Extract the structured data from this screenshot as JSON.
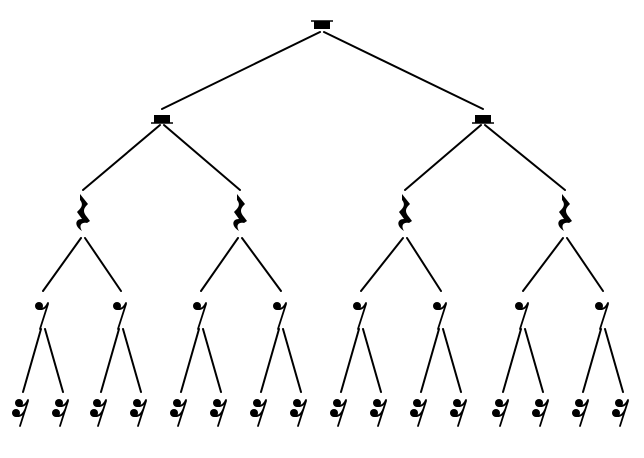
{
  "diagram": {
    "levels": [
      {
        "rest": "whole-rest",
        "count": 1
      },
      {
        "rest": "half-rest",
        "count": 2
      },
      {
        "rest": "quarter-rest",
        "count": 4
      },
      {
        "rest": "eighth-rest",
        "count": 8
      },
      {
        "rest": "sixteenth-rest",
        "count": 16
      }
    ],
    "colors": {
      "ink": "#000000",
      "background": "#ffffff"
    }
  }
}
